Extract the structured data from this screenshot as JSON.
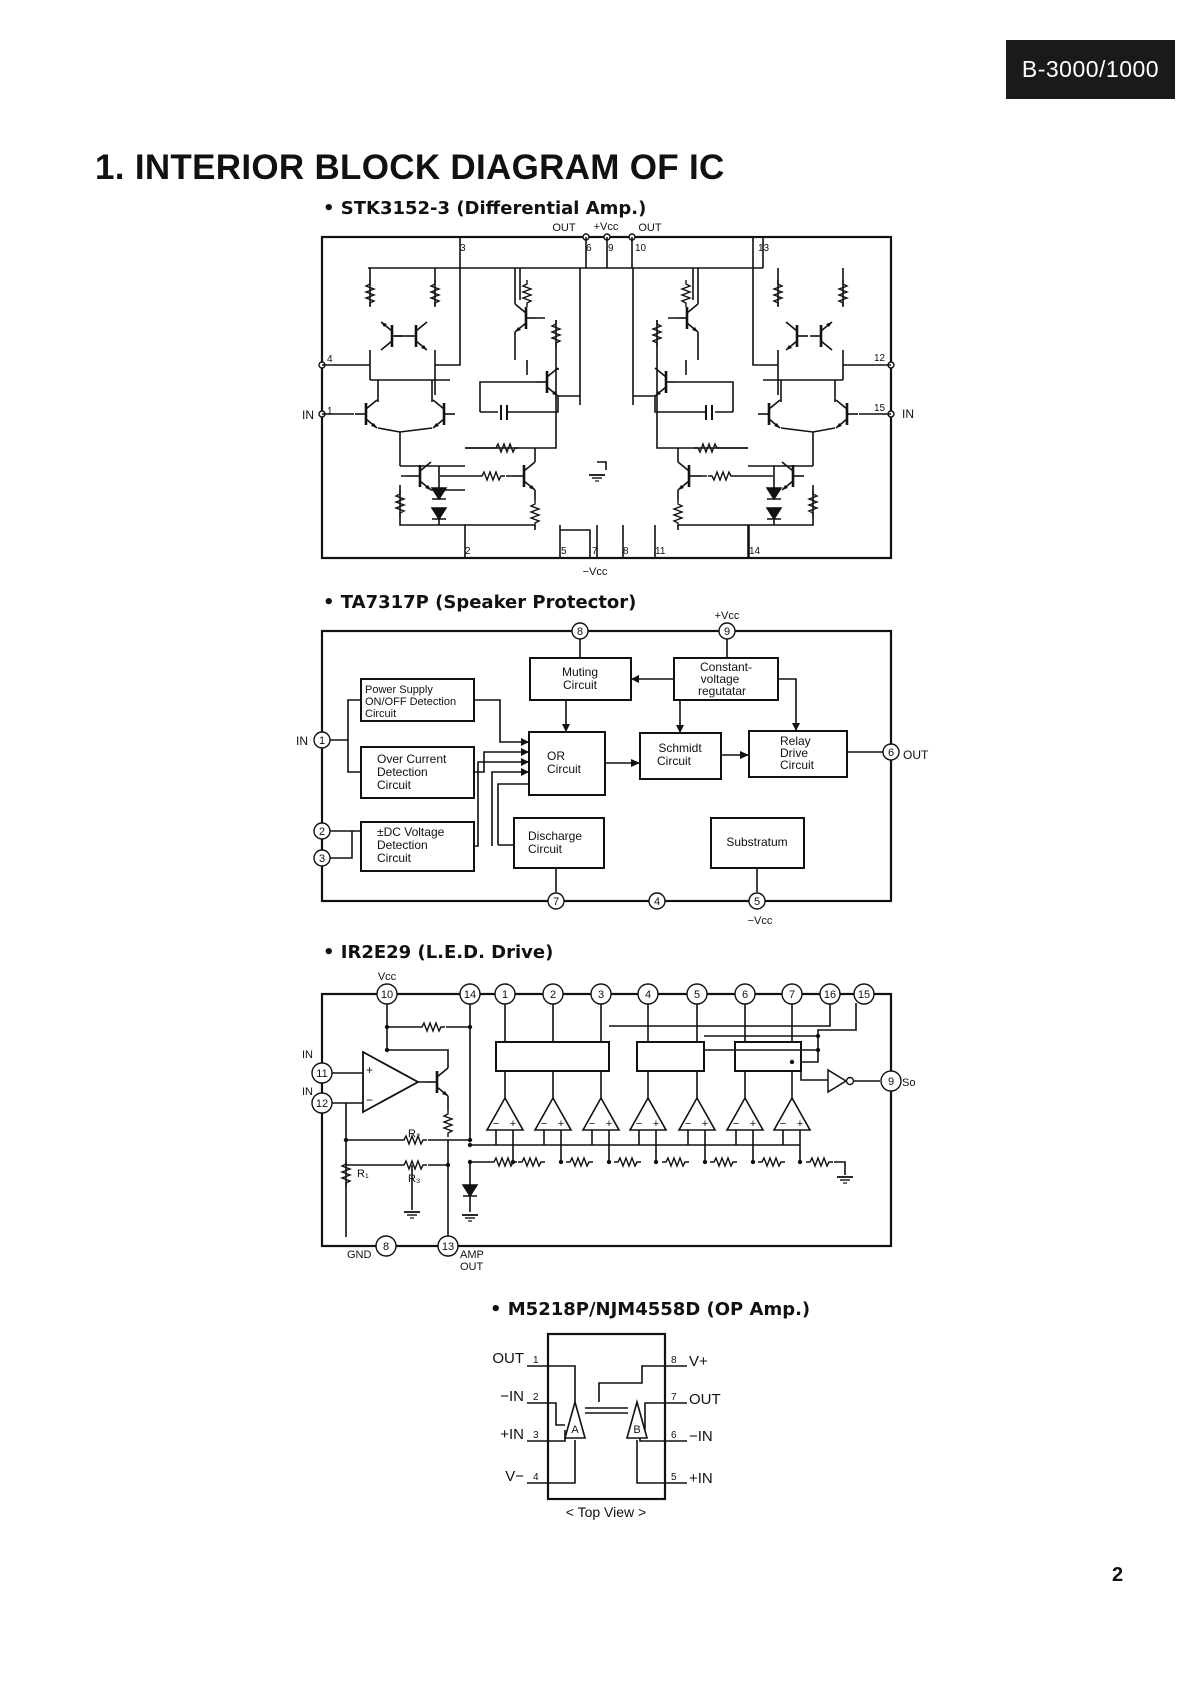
{
  "header": {
    "model": "B-3000/1000"
  },
  "page": {
    "title": "1. INTERIOR BLOCK DIAGRAM OF IC",
    "number": "2"
  },
  "stk": {
    "caption": "• STK3152-3 (Differential Amp.)",
    "labels": {
      "out_left": "OUT",
      "vcc_pos": "+Vcc",
      "out_right": "OUT",
      "vcc_neg": "−Vcc",
      "in_left": "IN",
      "in_right": "IN"
    },
    "pins": [
      "1",
      "2",
      "3",
      "4",
      "5",
      "6",
      "7",
      "8",
      "9",
      "10",
      "11",
      "12",
      "13",
      "14",
      "15"
    ]
  },
  "ta": {
    "caption": "• TA7317P (Speaker Protector)",
    "blocks": {
      "power_supply": [
        "Power Supply",
        "ON/OFF Detection",
        "Circuit"
      ],
      "over_current": [
        "Over Current",
        "Detection",
        "Circuit"
      ],
      "dc_voltage": [
        "±DC Voltage",
        "Detection",
        "Circuit"
      ],
      "muting": [
        "Muting",
        "Circuit"
      ],
      "constant_voltage": [
        "Constant-",
        "voltage",
        "regutatar"
      ],
      "or": [
        "OR",
        "Circuit"
      ],
      "schmidt": [
        "Schmidt",
        "Circuit"
      ],
      "relay": [
        "Relay",
        "Drive",
        "Circuit"
      ],
      "discharge": [
        "Discharge",
        "Circuit"
      ],
      "substratum": [
        "Substratum"
      ]
    },
    "labels": {
      "vcc_pos": "+Vcc",
      "vcc_neg": "−Vcc",
      "in": "IN",
      "out": "OUT"
    },
    "pins": [
      "1",
      "2",
      "3",
      "4",
      "5",
      "6",
      "7",
      "8",
      "9"
    ]
  },
  "ir": {
    "caption": "• IR2E29 (L.E.D. Drive)",
    "labels": {
      "vcc": "Vcc",
      "in_top": "IN",
      "in_bottom": "IN",
      "so": "So",
      "gnd": "GND",
      "amp": "AMP",
      "amp_out": "OUT",
      "r1": "R₁",
      "r2": "R₂",
      "r3": "R₃",
      "minus": "−",
      "plus": "+"
    },
    "pins": [
      "1",
      "2",
      "3",
      "4",
      "5",
      "6",
      "7",
      "8",
      "9",
      "10",
      "11",
      "12",
      "13",
      "14",
      "15",
      "16"
    ]
  },
  "op": {
    "caption": "• M5218P/NJM4558D (OP Amp.)",
    "labels": {
      "out_left": "OUT",
      "in_minus_left": "−IN",
      "in_plus_left": "+IN",
      "v_minus": "V−",
      "v_plus": "V+",
      "out_right": "OUT",
      "in_minus_right": "−IN",
      "in_plus_right": "+IN",
      "amp_a": "A",
      "amp_b": "B",
      "view": "< Top View >"
    },
    "pins": [
      "1",
      "2",
      "3",
      "4",
      "5",
      "6",
      "7",
      "8"
    ]
  }
}
